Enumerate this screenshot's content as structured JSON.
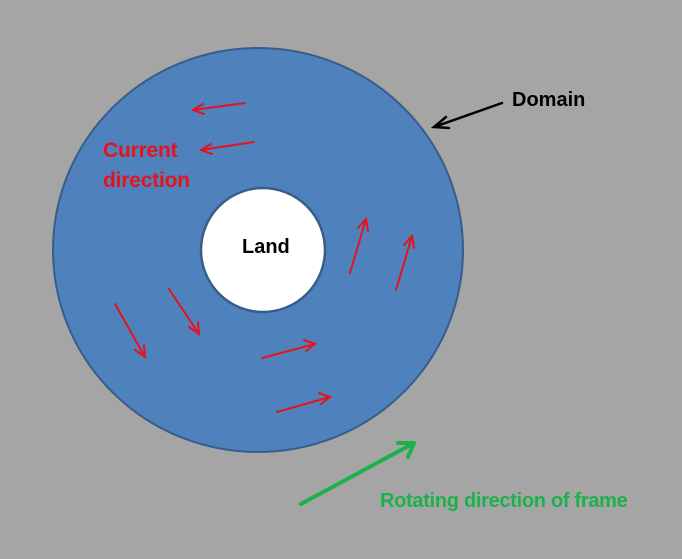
{
  "diagram": {
    "background_color": "#a5a5a5",
    "domain": {
      "label": "Domain",
      "fill": "#4f81bd",
      "stroke": "#385d8a"
    },
    "land": {
      "label": "Land",
      "fill": "#ffffff",
      "stroke": "#385d8a"
    },
    "current_direction": {
      "label_lines": [
        "Current",
        "direction"
      ],
      "color": "#e3141c",
      "arrows": [
        {
          "id": "current-arrow-1",
          "heading": "west"
        },
        {
          "id": "current-arrow-2",
          "heading": "west"
        },
        {
          "id": "current-arrow-3",
          "heading": "north-northeast"
        },
        {
          "id": "current-arrow-4",
          "heading": "north-northeast"
        },
        {
          "id": "current-arrow-5",
          "heading": "south-southeast"
        },
        {
          "id": "current-arrow-6",
          "heading": "south-southeast"
        },
        {
          "id": "current-arrow-7",
          "heading": "east-northeast"
        },
        {
          "id": "current-arrow-8",
          "heading": "east-northeast"
        }
      ]
    },
    "domain_pointer": {
      "color": "#000000"
    },
    "rotating_frame": {
      "label": "Rotating direction of frame",
      "color": "#1db14c"
    }
  }
}
